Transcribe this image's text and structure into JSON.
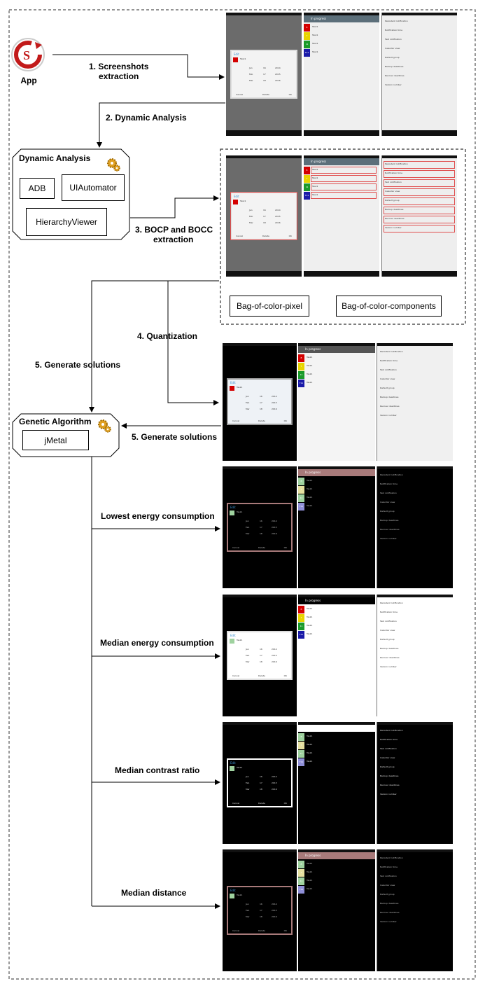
{
  "app": {
    "label": "App",
    "logo_letter": "S"
  },
  "steps": {
    "s1": "1. Screenshots",
    "s1b": "extraction",
    "s2": "2. Dynamic Analysis",
    "s3": "3. BOCP and BOCC",
    "s3b": "extraction",
    "s4": "4. Quantization",
    "s5a": "5. Generate solutions",
    "s5b": "5. Generate solutions"
  },
  "dynamic_analysis": {
    "title": "Dynamic Analysis",
    "tools": [
      "ADB",
      "UIAutomator",
      "HierarchyViewer"
    ]
  },
  "bag_labels": {
    "pixel": "Bag-of-color-pixel",
    "components": "Bag-of-color-components"
  },
  "genetic": {
    "title": "Genetic Algorithm",
    "tool": "jMetal"
  },
  "outcomes": [
    "Lowest energy consumption",
    "Median energy consumption",
    "Median contrast ratio",
    "Median distance"
  ],
  "screen_text": {
    "edit": "Edit",
    "task": "Task1",
    "months": [
      "Jan",
      "Feb",
      "Mar"
    ],
    "days": [
      "16",
      "17",
      "18"
    ],
    "years": [
      "2014",
      "2015",
      "2016"
    ],
    "cancel": "Cancel",
    "delete": "Delete",
    "ok": "OK",
    "in_progress": "In progress",
    "badges": [
      "8",
      "7",
      "11",
      "T11"
    ],
    "settings": [
      "Persistent notification",
      "Notification time",
      "Test notification",
      "Calendar view",
      "Default group",
      "Backup deadlines",
      "Recover deadlines",
      "Version number"
    ]
  },
  "colors": {
    "red": "#d40000",
    "yellow": "#e8d400",
    "green": "#1a9a2a",
    "blue": "#1a1aa8",
    "gray_bg": "#6b6b6b",
    "pink_highlight": "#a87a7a",
    "pale_green": "#9fd29f",
    "lavender": "#8f8fd8"
  }
}
